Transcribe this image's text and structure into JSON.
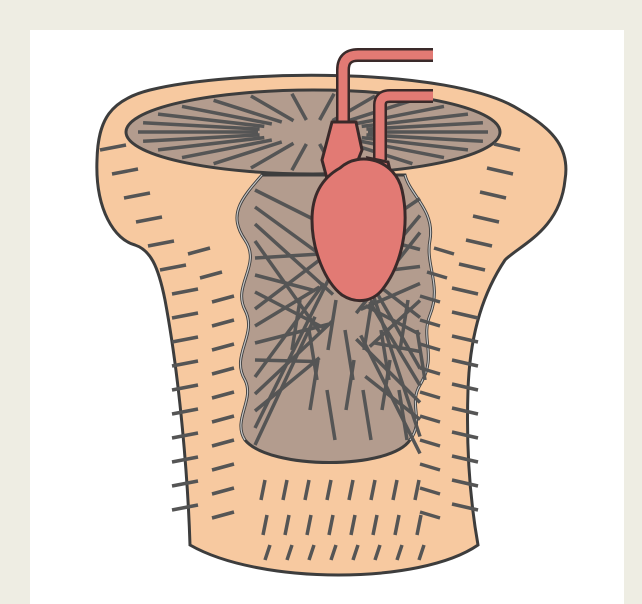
{
  "figure": {
    "background_color": "#eeede3",
    "panel_color": "#ffffff",
    "colors": {
      "tissue": "#f7c9a0",
      "cavity": "#b39c8e",
      "outline": "#3d3d3d",
      "fibers": "#555555",
      "heart": "#e27a74",
      "heart_outline": "#3a2a2a"
    },
    "elements": [
      "organ-outline",
      "cavity",
      "fiber-lines",
      "heart-icon",
      "vessel-tubes"
    ]
  }
}
